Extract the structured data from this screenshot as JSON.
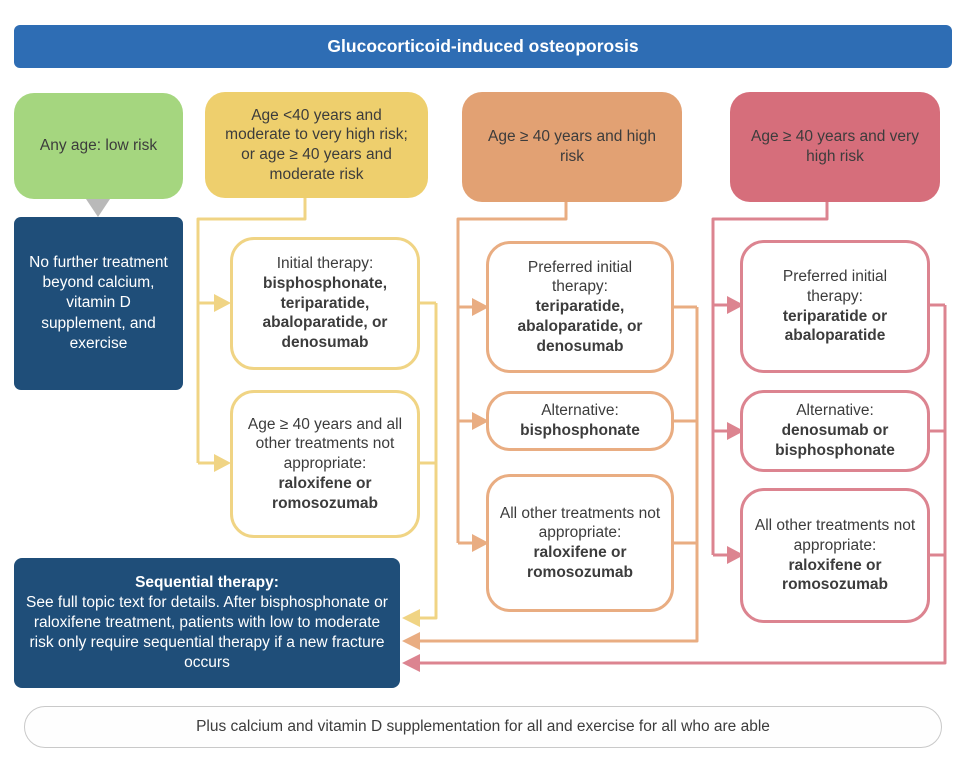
{
  "title": "Glucocorticoid-induced osteoporosis",
  "colors": {
    "title_bar_blue": "#2e6db4",
    "dark_blue": "#1f4e79",
    "green": "#a5d67f",
    "yellow": "#eecf6d",
    "yellow_line": "#f0d484",
    "orange": "#e2a173",
    "orange_line": "#e9ad82",
    "red": "#d66e7b",
    "red_line": "#dc8490",
    "triangle_gray": "#b9b9b9"
  },
  "low_risk": {
    "header": "Any age: low risk",
    "outcome": "No further treatment beyond calcium, vitamin D supplement, and exercise"
  },
  "moderate": {
    "header": "Age <40 years and moderate to very high risk; or age ≥ 40 years and moderate risk",
    "boxes": [
      {
        "plain": "Initial therapy:",
        "bold": "bisphosphonate, teriparatide, abaloparatide, or denosumab"
      },
      {
        "plain": "Age ≥ 40 years and all other treatments not appropriate:",
        "bold": "raloxifene or romosozumab"
      }
    ]
  },
  "high": {
    "header": "Age ≥ 40 years and high risk",
    "boxes": [
      {
        "plain": "Preferred initial therapy:",
        "bold": "teriparatide, abaloparatide, or denosumab"
      },
      {
        "plain": "Alternative:",
        "bold": "bisphosphonate"
      },
      {
        "plain": "All other treatments not appropriate:",
        "bold": "raloxifene or romosozumab"
      }
    ]
  },
  "very_high": {
    "header": "Age ≥ 40 years and very high risk",
    "boxes": [
      {
        "plain": "Preferred initial therapy:",
        "bold": "teriparatide or abaloparatide"
      },
      {
        "plain": "Alternative:",
        "bold": "denosumab or bisphosphonate"
      },
      {
        "plain": "All other treatments not appropriate:",
        "bold": "raloxifene or romosozumab"
      }
    ]
  },
  "sequential": {
    "title": "Sequential therapy:",
    "body": "See full topic text for details. After bisphosphonate or raloxifene treatment, patients with low to moderate risk only require sequential therapy if a new fracture occurs"
  },
  "footer": "Plus calcium and vitamin D supplementation for all and exercise for all who are able"
}
